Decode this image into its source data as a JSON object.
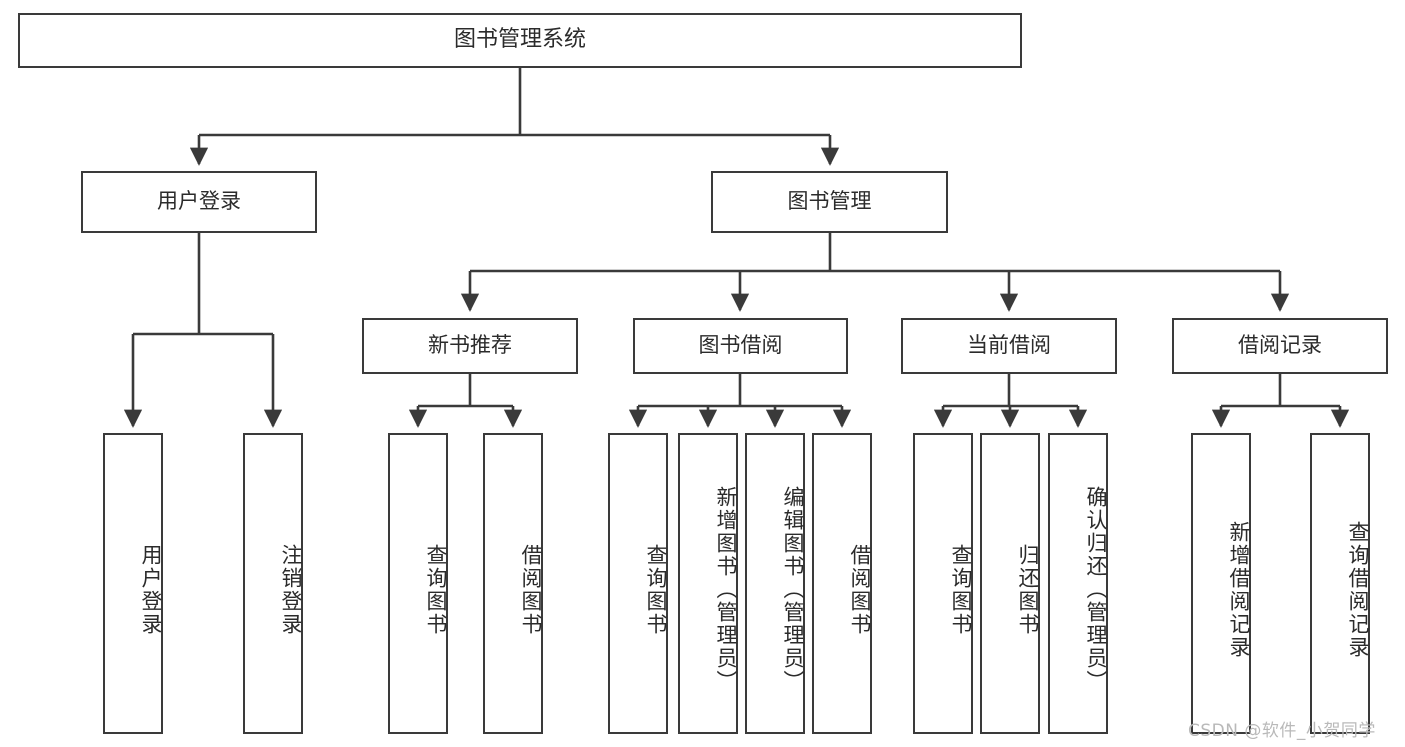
{
  "diagram": {
    "title": "图书管理系统",
    "type": "tree-hierarchy",
    "stroke_color": "#3a3a3a",
    "text_color": "#2b2b2b",
    "background_color": "#ffffff"
  },
  "root": {
    "label": "图书管理系统"
  },
  "level2": [
    {
      "label": "用户登录"
    },
    {
      "label": "图书管理"
    }
  ],
  "level3": [
    {
      "label": "新书推荐"
    },
    {
      "label": "图书借阅"
    },
    {
      "label": "当前借阅"
    },
    {
      "label": "借阅记录"
    }
  ],
  "leaves": {
    "user_login": [
      {
        "label": "用户登录"
      },
      {
        "label": "注销登录"
      }
    ],
    "new_book_recommend": [
      {
        "label": "查询图书"
      },
      {
        "label": "借阅图书"
      }
    ],
    "book_borrow": [
      {
        "label": "查询图书"
      },
      {
        "label": "新增图书（管理员）"
      },
      {
        "label": "编辑图书（管理员）"
      },
      {
        "label": "借阅图书"
      }
    ],
    "current_borrow": [
      {
        "label": "查询图书"
      },
      {
        "label": "归还图书"
      },
      {
        "label": "确认归还（管理员）"
      }
    ],
    "borrow_record": [
      {
        "label": "新增借阅记录"
      },
      {
        "label": "查询借阅记录"
      }
    ]
  },
  "watermark": {
    "text": "CSDN @软件_小贺同学",
    "color": "#b9b9b9"
  }
}
